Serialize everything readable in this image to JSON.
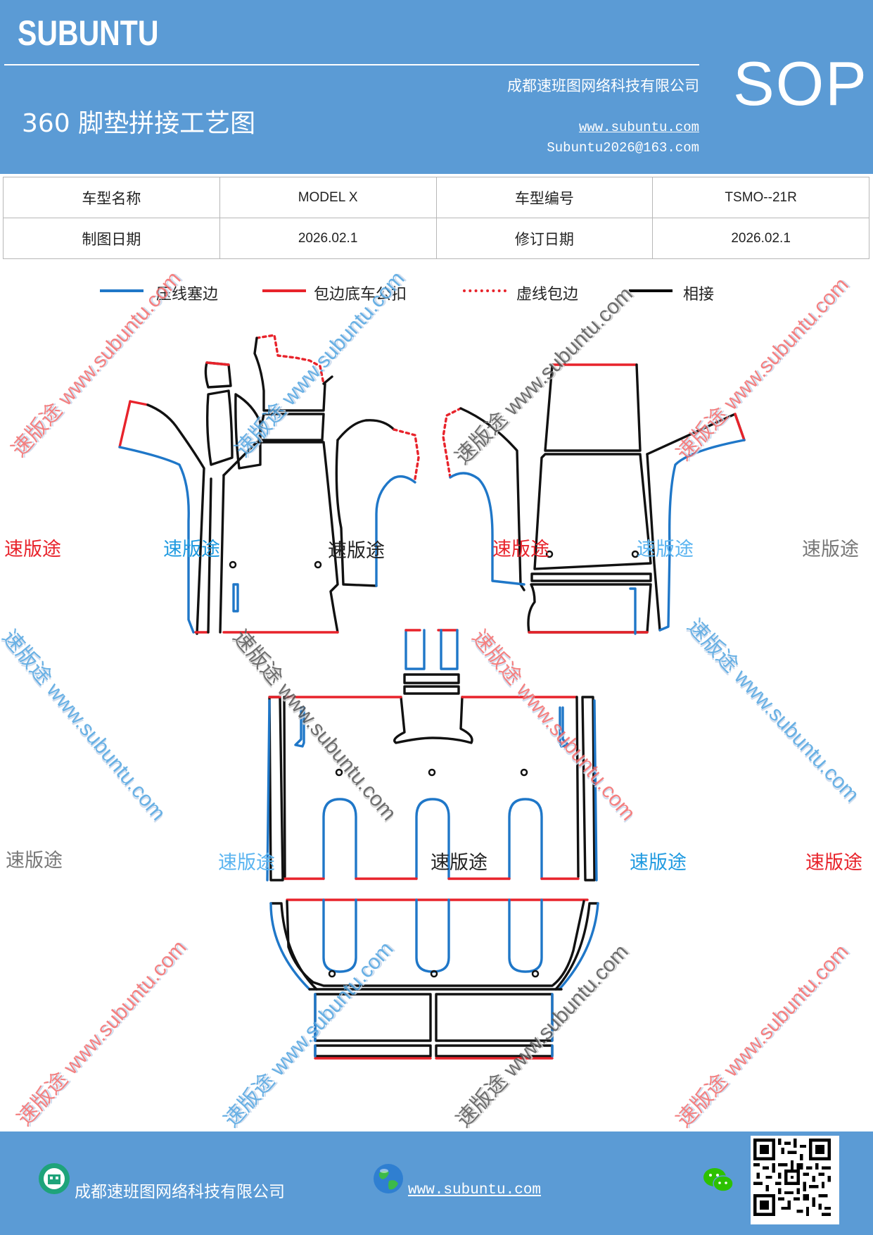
{
  "header": {
    "brand": "SUBUNTU",
    "title": "360 脚垫拼接工艺图",
    "company": "成都速班图网络科技有限公司",
    "website": "www.subuntu.com",
    "email": "Subuntu2026@163.com",
    "badge": "SOP"
  },
  "info_table": [
    {
      "label": "车型名称",
      "value": "MODEL X",
      "label2": "车型编号",
      "value2": "TSMO--21R"
    },
    {
      "label": "制图日期",
      "value": "2026.02.1",
      "label2": "修订日期",
      "value2": "2026.02.1"
    }
  ],
  "legend": [
    {
      "label": "压线塞边",
      "color": "#1f77c8",
      "style": "solid"
    },
    {
      "label": "包边底车公扣",
      "color": "#e8232b",
      "style": "solid"
    },
    {
      "label": "虚线包边",
      "color": "#e8232b",
      "style": "dotted"
    },
    {
      "label": "相接",
      "color": "#000000",
      "style": "solid"
    }
  ],
  "watermark": {
    "word": "速版途",
    "url": "www.subuntu.com",
    "diagonal": "速版途 www.subuntu.com"
  },
  "footer": {
    "company": "成都速班图网络科技有限公司",
    "website": "www.subuntu.com",
    "icons": [
      "home-badge-icon",
      "globe-icon",
      "wechat-icon",
      "qr-code"
    ]
  }
}
